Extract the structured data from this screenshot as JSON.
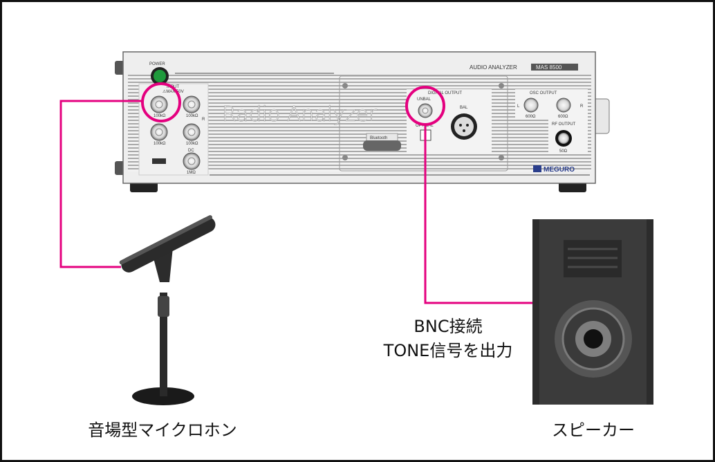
{
  "device": {
    "power_label": "POWER",
    "input_label": "INPUT",
    "input_max": "⚠MAX 50V",
    "imp_100k": "100kΩ",
    "r_label": "R",
    "dc_label": "DC",
    "imp_1m": "1MΩ",
    "brand_text": "Radio Analyzer",
    "bluetooth_label": "Bluetooth",
    "digital_output_label": "DIGITAL OUTPUT",
    "unbal_label": "UNBAL",
    "optical_label": "OPTICAL",
    "bal_label": "BAL",
    "product_label": "AUDIO ANALYZER",
    "model_label": "MAS 8500",
    "osc_output_label": "OSC OUTPUT",
    "osc_l": "L",
    "osc_r": "R",
    "imp_600": "600Ω",
    "rf_output_label": "RF OUTPUT",
    "imp_50": "50Ω",
    "maker_label": "MEGURO"
  },
  "annotations": {
    "bnc_line1": "BNC接続",
    "bnc_line2": "TONE信号を出力",
    "microphone": "音場型マイクロホン",
    "speaker": "スピーカー"
  },
  "colors": {
    "connection_line": "#e4007f",
    "power_button": "#1f9a3c",
    "panel": "#ececec",
    "speaker_body": "#3b3b3b"
  }
}
